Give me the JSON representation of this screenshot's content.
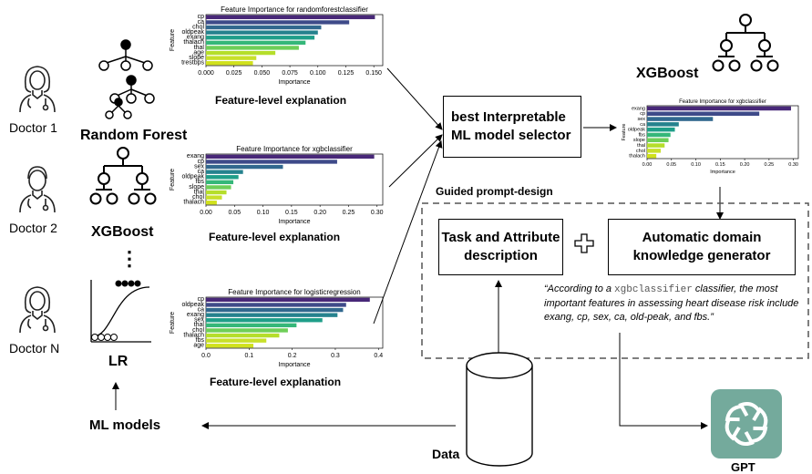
{
  "doctors": [
    {
      "label": "Doctor 1"
    },
    {
      "label": "Doctor 2"
    },
    {
      "label": "Doctor N"
    }
  ],
  "models": {
    "rf": "Random Forest",
    "xgb": "XGBoost",
    "ellipsis": "⋮",
    "lr": "LR",
    "ml_models": "ML models"
  },
  "explanation_caption": "Feature-level explanation",
  "selector": {
    "line1": "best Interpretable",
    "line2": "ML model selector"
  },
  "selected_model": "XGBoost",
  "guided_prompt": "Guided prompt-design",
  "task_box": {
    "line1": "Task and Attribute",
    "line2": "description"
  },
  "plus_icon": "plus-icon",
  "generator_box": {
    "line1": "Automatic domain",
    "line2": "knowledge generator"
  },
  "quote": {
    "pre": "“According to a ",
    "code": "xgbclassifier",
    "post": " classifier, the most important features in assessing heart disease risk include exang, cp, sex, ca, old-peak, and fbs.”"
  },
  "data_label": "Data",
  "gpt_label": "GPT",
  "chart_data": [
    {
      "type": "bar",
      "title": "Feature Importance for randomforestclassifier",
      "ylabel": "Feature",
      "xlabel": "Importance",
      "categories": [
        "cp",
        "ca",
        "chol",
        "oldpeak",
        "exang",
        "thalach",
        "thal",
        "age",
        "slope",
        "trestbps"
      ],
      "values": [
        0.151,
        0.128,
        0.103,
        0.1,
        0.097,
        0.089,
        0.083,
        0.062,
        0.045,
        0.042
      ],
      "xticks": [
        "0.000",
        "0.025",
        "0.050",
        "0.075",
        "0.100",
        "0.125",
        "0.150"
      ],
      "xlim": [
        0,
        0.158
      ]
    },
    {
      "type": "bar",
      "title": "Feature Importance for xgbclassifier",
      "ylabel": "Feature",
      "xlabel": "Importance",
      "categories": [
        "exang",
        "cp",
        "sex",
        "ca",
        "oldpeak",
        "fbs",
        "slope",
        "thal",
        "chol",
        "thalach"
      ],
      "values": [
        0.295,
        0.23,
        0.135,
        0.065,
        0.057,
        0.048,
        0.044,
        0.036,
        0.028,
        0.019
      ],
      "xticks": [
        "0.00",
        "0.05",
        "0.10",
        "0.15",
        "0.20",
        "0.25",
        "0.30"
      ],
      "xlim": [
        0,
        0.31
      ]
    },
    {
      "type": "bar",
      "title": "Feature Importance for logisticregression",
      "ylabel": "Feature",
      "xlabel": "Importance",
      "categories": [
        "cp",
        "oldpeak",
        "ca",
        "exang",
        "sex",
        "thal",
        "chol",
        "thalach",
        "fbs",
        "age"
      ],
      "values": [
        0.38,
        0.325,
        0.318,
        0.305,
        0.27,
        0.21,
        0.19,
        0.17,
        0.14,
        0.11
      ],
      "xticks": [
        "0.0",
        "0.1",
        "0.2",
        "0.3",
        "0.4"
      ],
      "xlim": [
        0,
        0.41
      ]
    },
    {
      "type": "bar",
      "title": "Feature Importance for xgbclassifier",
      "ylabel": "Feature",
      "xlabel": "Importance",
      "categories": [
        "exang",
        "cp",
        "sex",
        "ca",
        "oldpeak",
        "fbs",
        "slope",
        "thal",
        "chol",
        "thalach"
      ],
      "values": [
        0.295,
        0.23,
        0.135,
        0.065,
        0.057,
        0.048,
        0.044,
        0.036,
        0.028,
        0.019
      ],
      "xticks": [
        "0.00",
        "0.05",
        "0.10",
        "0.15",
        "0.20",
        "0.25",
        "0.30"
      ],
      "xlim": [
        0,
        0.31
      ]
    }
  ],
  "colors": {
    "bar_gradient": [
      "#482878",
      "#3e4a89",
      "#31688e",
      "#26828e",
      "#1f9e89",
      "#35b779",
      "#6ece58",
      "#b5de2b",
      "#c8e02a",
      "#d0e11c"
    ],
    "gpt_green": "#74aa9c"
  }
}
